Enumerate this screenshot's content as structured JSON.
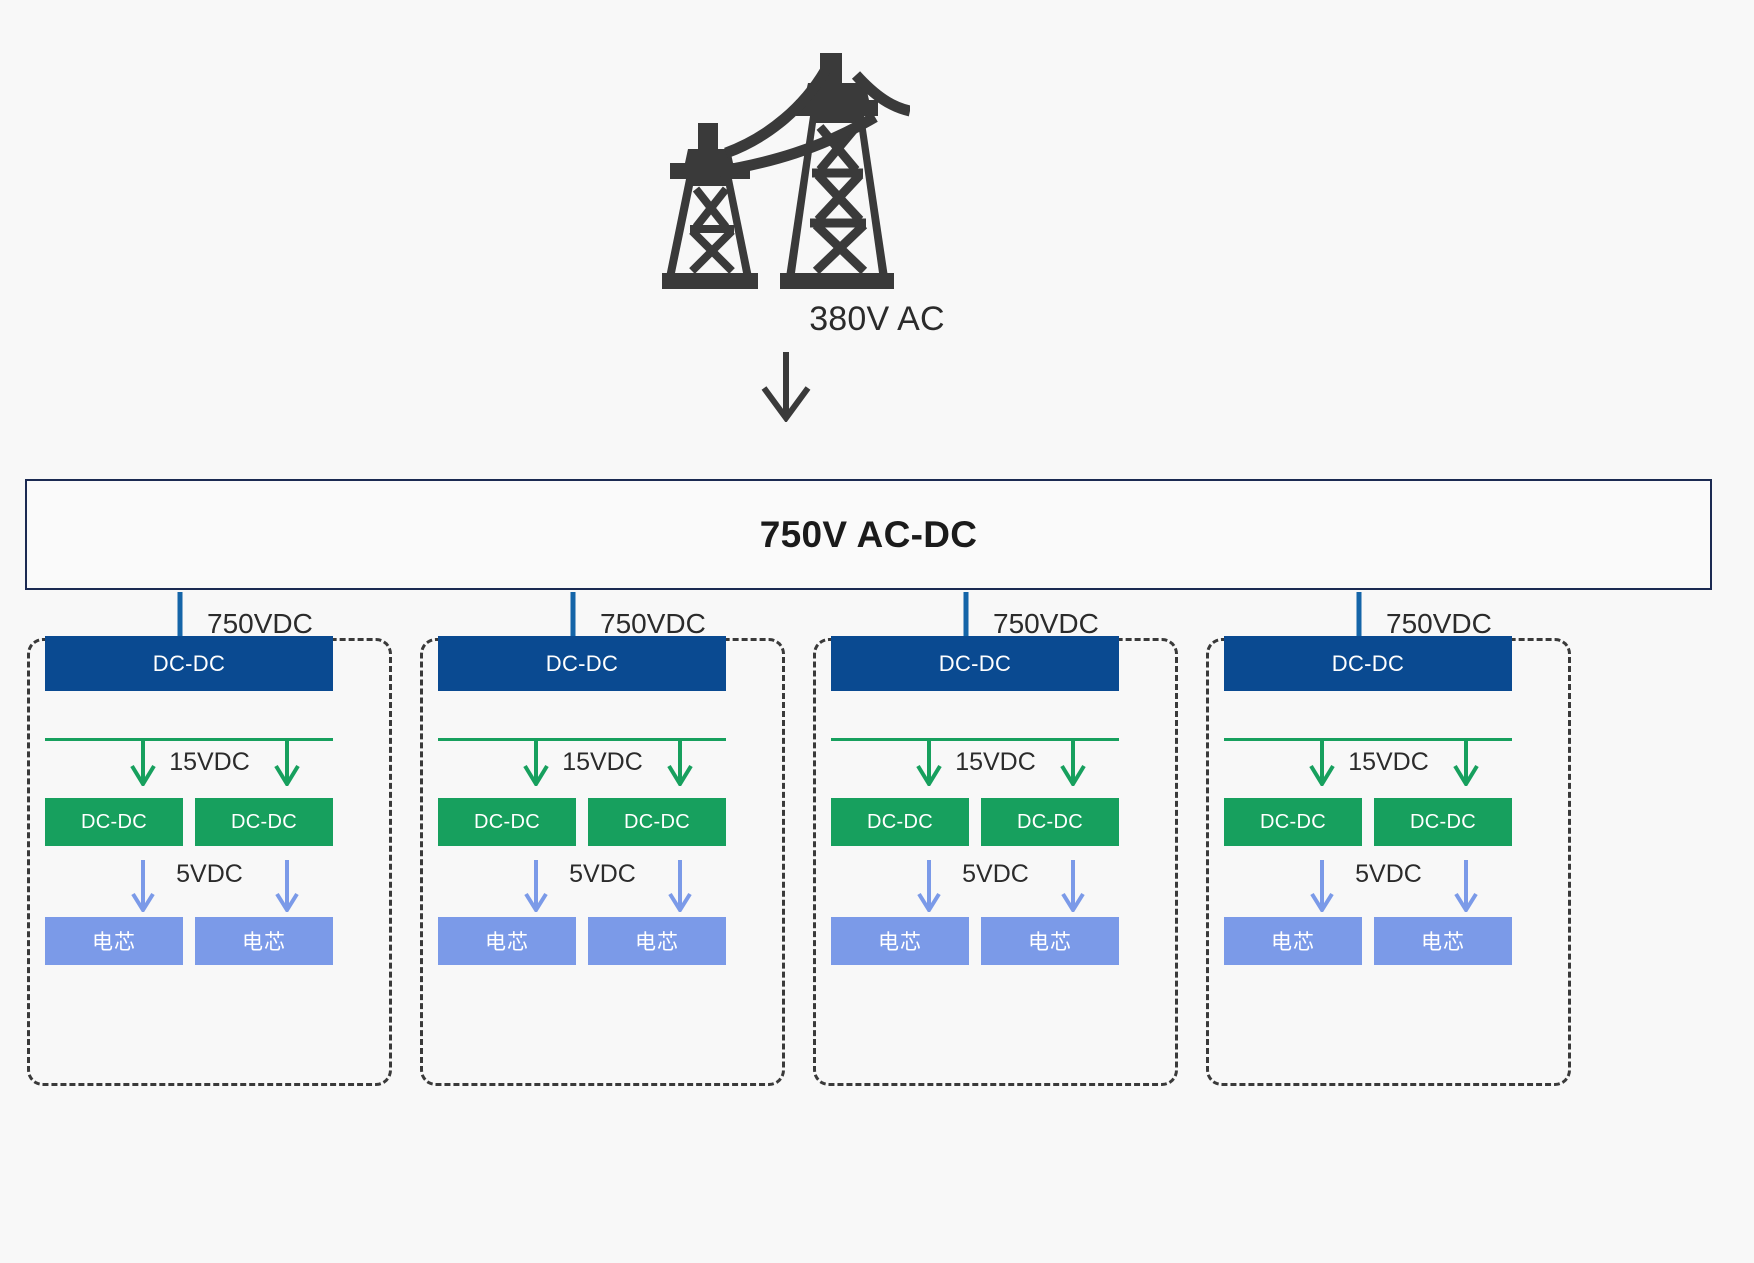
{
  "diagram": {
    "title_text": "",
    "source": {
      "icon": "transmission-tower-icon",
      "label": "380V AC"
    },
    "converter": {
      "label": "750V AC-DC",
      "border_color": "#1b2a52"
    },
    "rail_label": "750VDC",
    "group_labels": {
      "primary_label": "DC-DC",
      "mid_rail": "15VDC",
      "secondary_label": "DC-DC",
      "low_rail": "5VDC",
      "cell_label": "电芯"
    },
    "colors": {
      "background": "#f8f8f8",
      "navy_box": "#0a4a91",
      "green_box": "#17a05e",
      "cell_blue": "#7b9ae8",
      "rail_arrow_blue": "#1565a8",
      "dashed_border": "#3a3a3a",
      "text_dark": "#2b2b2b"
    },
    "groups": [
      {
        "id": "group-1",
        "rail_label": "750VDC",
        "primary": "DC-DC",
        "mid_rail": "15VDC",
        "secondary": [
          "DC-DC",
          "DC-DC"
        ],
        "low_rail": "5VDC",
        "cells": [
          "电芯",
          "电芯"
        ]
      },
      {
        "id": "group-2",
        "rail_label": "750VDC",
        "primary": "DC-DC",
        "mid_rail": "15VDC",
        "secondary": [
          "DC-DC",
          "DC-DC"
        ],
        "low_rail": "5VDC",
        "cells": [
          "电芯",
          "电芯"
        ]
      },
      {
        "id": "group-3",
        "rail_label": "750VDC",
        "primary": "DC-DC",
        "mid_rail": "15VDC",
        "secondary": [
          "DC-DC",
          "DC-DC"
        ],
        "low_rail": "5VDC",
        "cells": [
          "电芯",
          "电芯"
        ]
      },
      {
        "id": "group-4",
        "rail_label": "750VDC",
        "primary": "DC-DC",
        "mid_rail": "15VDC",
        "secondary": [
          "DC-DC",
          "DC-DC"
        ],
        "low_rail": "5VDC",
        "cells": [
          "电芯",
          "电芯"
        ]
      }
    ]
  }
}
